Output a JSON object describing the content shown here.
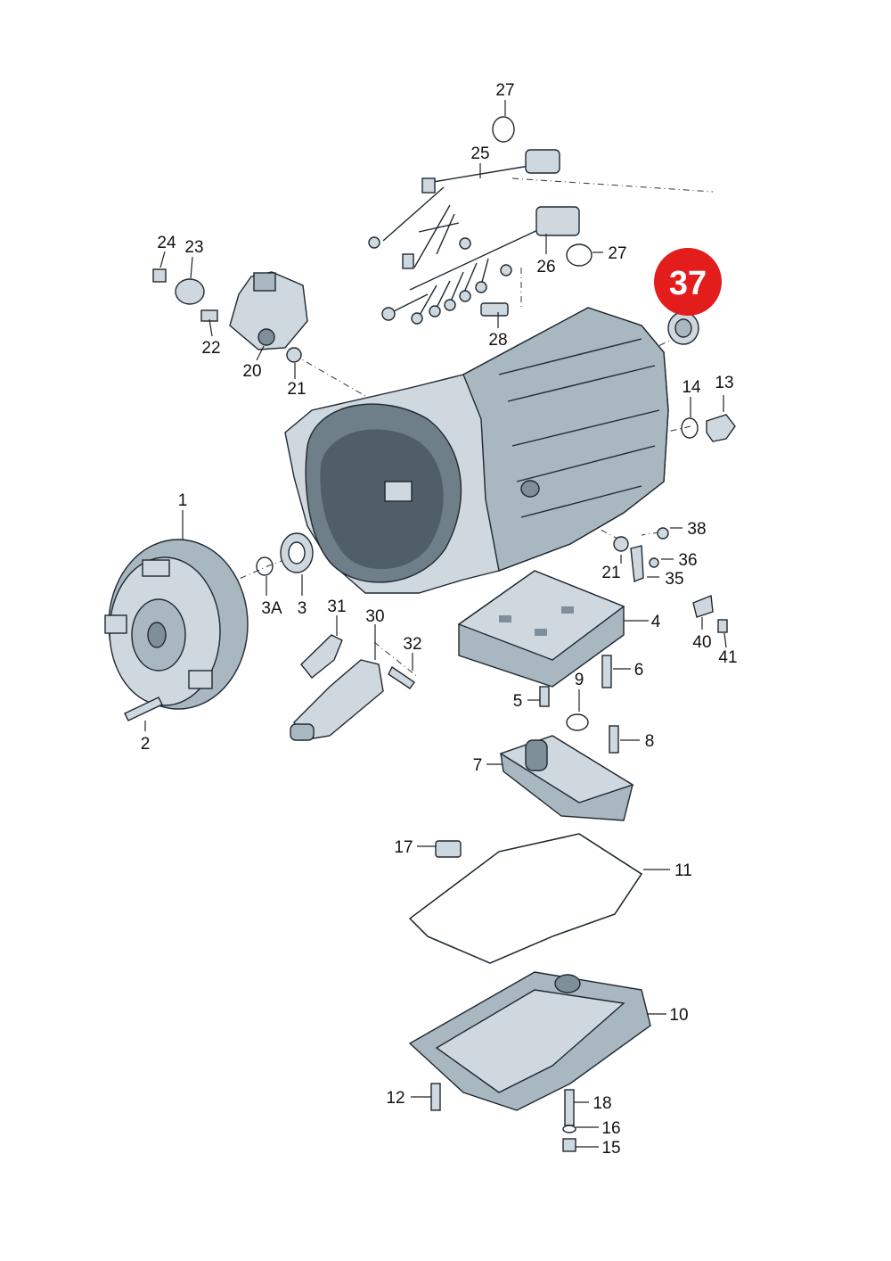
{
  "highlight": {
    "label": "37",
    "color": "#e31c1c"
  },
  "colors": {
    "part_fill": "#cfd8de",
    "part_shade": "#a9b7c0",
    "part_dark": "#7f8f9a",
    "line": "#1e2830"
  },
  "callouts": {
    "c1": "1",
    "c2": "2",
    "c3": "3",
    "c3a": "3A",
    "c4": "4",
    "c5": "5",
    "c6": "6",
    "c7": "7",
    "c8": "8",
    "c9": "9",
    "c10": "10",
    "c11": "11",
    "c12": "12",
    "c13": "13",
    "c14": "14",
    "c15": "15",
    "c16": "16",
    "c17": "17",
    "c18": "18",
    "c20": "20",
    "c21a": "21",
    "c21b": "21",
    "c22": "22",
    "c23": "23",
    "c24": "24",
    "c25": "25",
    "c26": "26",
    "c27a": "27",
    "c27b": "27",
    "c28": "28",
    "c30": "30",
    "c31": "31",
    "c32": "32",
    "c35": "35",
    "c36": "36",
    "c38": "38",
    "c40": "40",
    "c41": "41"
  }
}
